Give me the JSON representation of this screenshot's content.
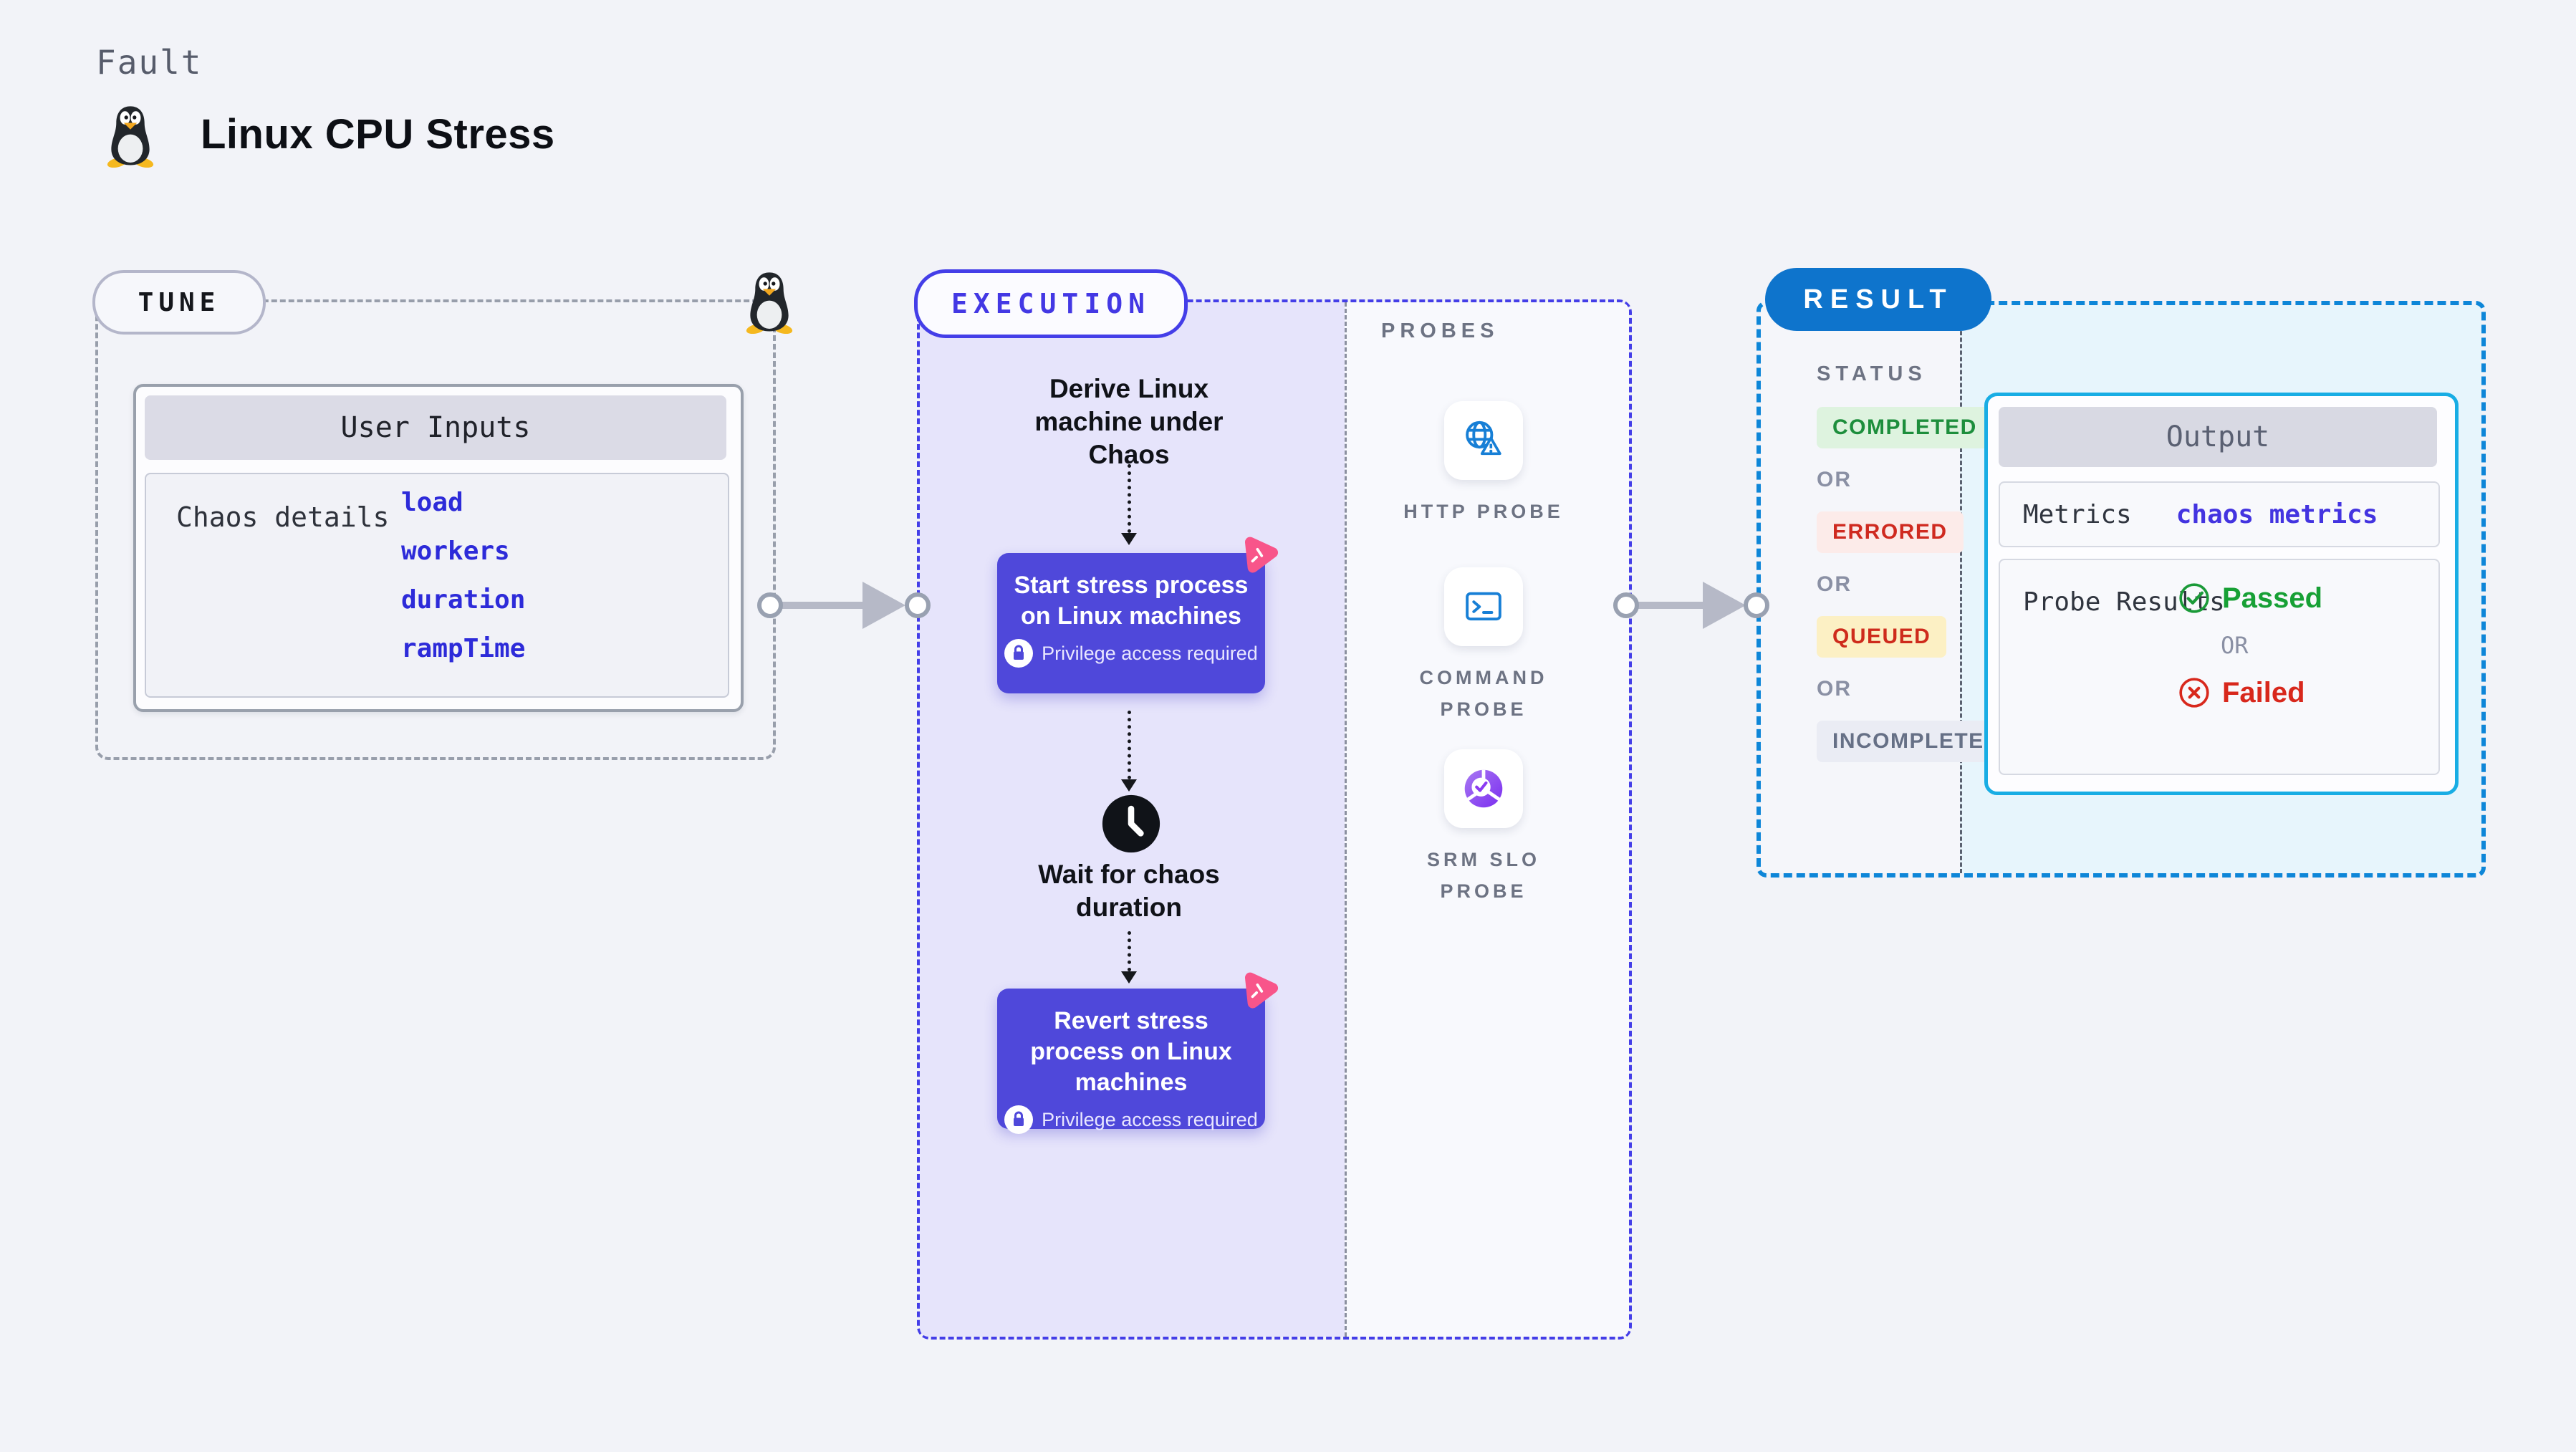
{
  "page": {
    "kicker": "Fault",
    "title": "Linux CPU Stress"
  },
  "tune": {
    "label": "TUNE",
    "card_title": "User Inputs",
    "row_label": "Chaos details",
    "inputs": [
      "load",
      "workers",
      "duration",
      "rampTime"
    ]
  },
  "execution": {
    "label": "EXECUTION",
    "derive_title": "Derive Linux machine under Chaos",
    "start_title": "Start stress process on Linux machines",
    "privilege_note": "Privilege access required",
    "wait_title": "Wait for chaos duration",
    "revert_title": "Revert stress process on Linux machines"
  },
  "probes": {
    "label": "PROBES",
    "items": [
      {
        "name": "HTTP PROBE",
        "icon": "globe-warning-icon"
      },
      {
        "name": "COMMAND PROBE",
        "icon": "terminal-icon"
      },
      {
        "name": "SRM SLO PROBE",
        "icon": "slo-donut-check-icon"
      }
    ]
  },
  "result": {
    "label": "RESULT",
    "status_label": "STATUS",
    "or_label": "OR",
    "statuses": [
      {
        "text": "COMPLETED",
        "fg": "#1d8e3c",
        "bg": "#def3df"
      },
      {
        "text": "ERRORED",
        "fg": "#cf2a20",
        "bg": "#fcebe9"
      },
      {
        "text": "QUEUED",
        "fg": "#ce2b1c",
        "bg": "#fcf0c4"
      },
      {
        "text": "INCOMPLETED",
        "fg": "#667086",
        "bg": "#eaecf4"
      }
    ],
    "output": {
      "title": "Output",
      "metrics_label": "Metrics",
      "metrics_value": "chaos metrics",
      "probe_results_label": "Probe Results",
      "passed_label": "Passed",
      "failed_label": "Failed"
    }
  },
  "colors": {
    "page_bg": "#f2f3f8",
    "indigo_accent": "#443ee8",
    "lavender_fill": "#e6e4fb",
    "purple_node": "#4f48da",
    "pink_chaos": "#f8558a",
    "result_blue": "#0e74cc",
    "result_dash_blue": "#0e86d8",
    "output_border_cyan": "#18ade4",
    "output_area_bg": "#e7f5fc",
    "link_indigo": "#2d2bd9",
    "probe_icon_blue": "#177fd6"
  }
}
